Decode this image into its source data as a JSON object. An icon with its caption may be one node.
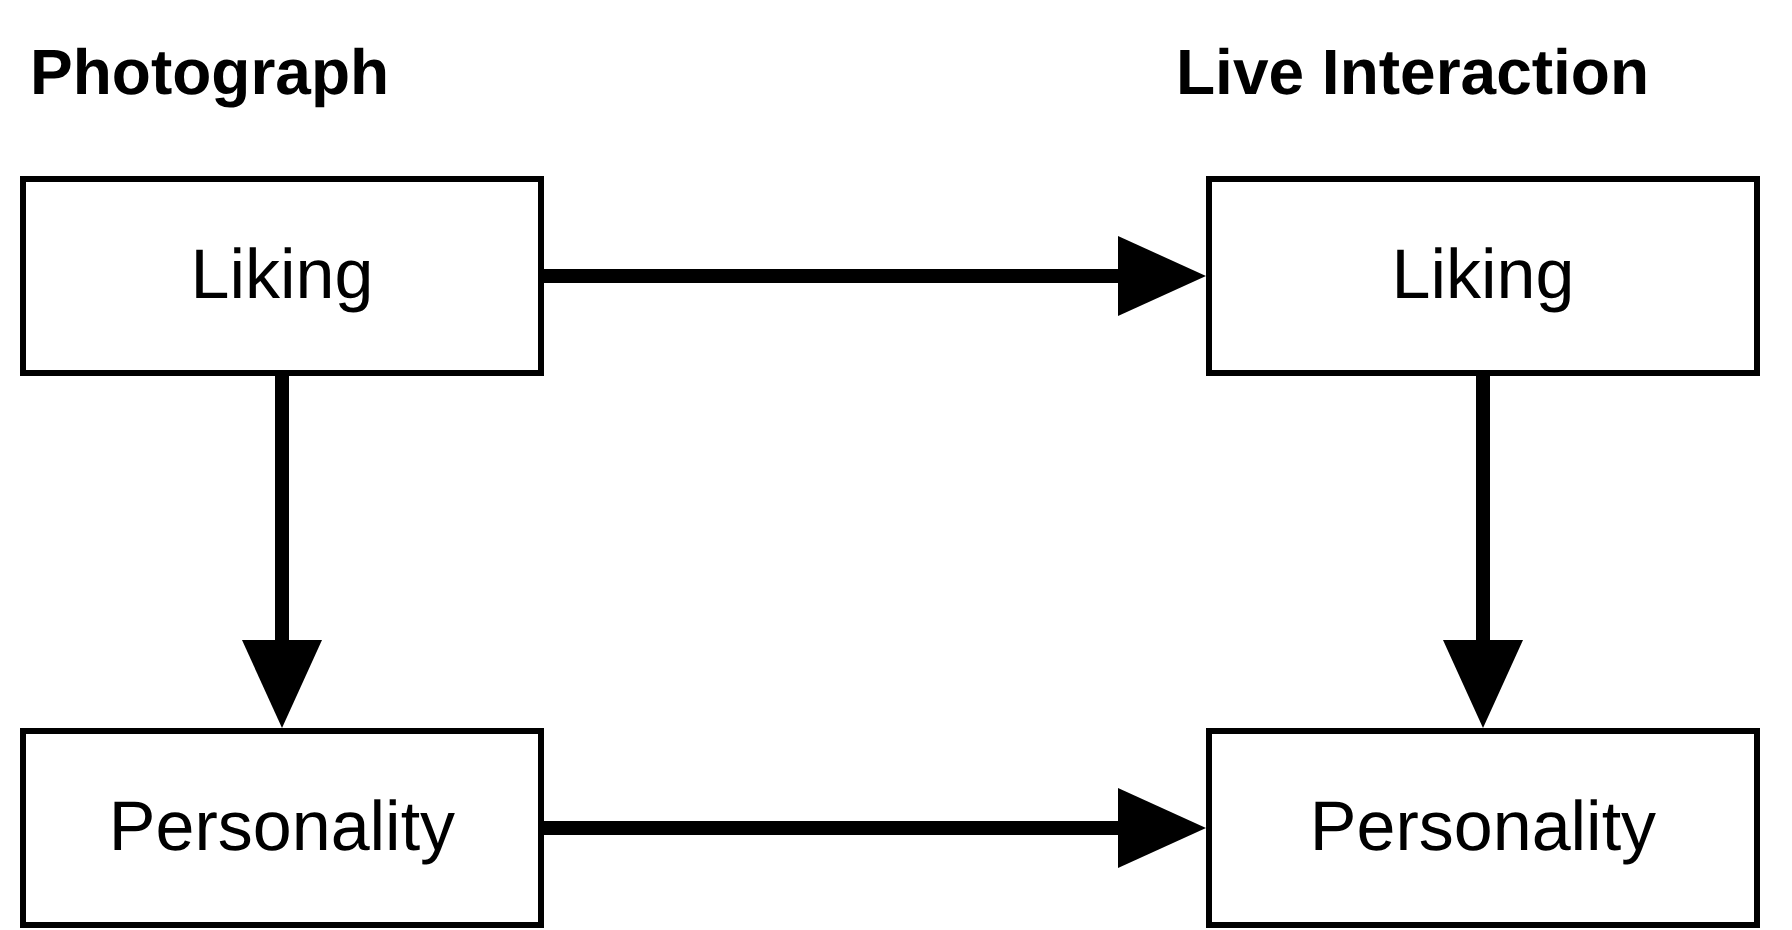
{
  "diagram": {
    "nodes": [
      {
        "text": [
          "Liking"
        ]
      },
      {
        "text": [
          "Liking"
        ]
      },
      {
        "text": [
          "Personality"
        ]
      },
      {
        "text": [
          "Personality"
        ]
      }
    ],
    "edges": [
      {
        "from": 0,
        "to": 1,
        "arrow": "to"
      },
      {
        "from": 0,
        "to": 2,
        "arrow": "to"
      },
      {
        "from": 1,
        "to": 3,
        "arrow": "to"
      },
      {
        "from": 2,
        "to": 3,
        "arrow": "to"
      }
    ],
    "labels": [
      "Photograph",
      "Live Interaction"
    ]
  }
}
